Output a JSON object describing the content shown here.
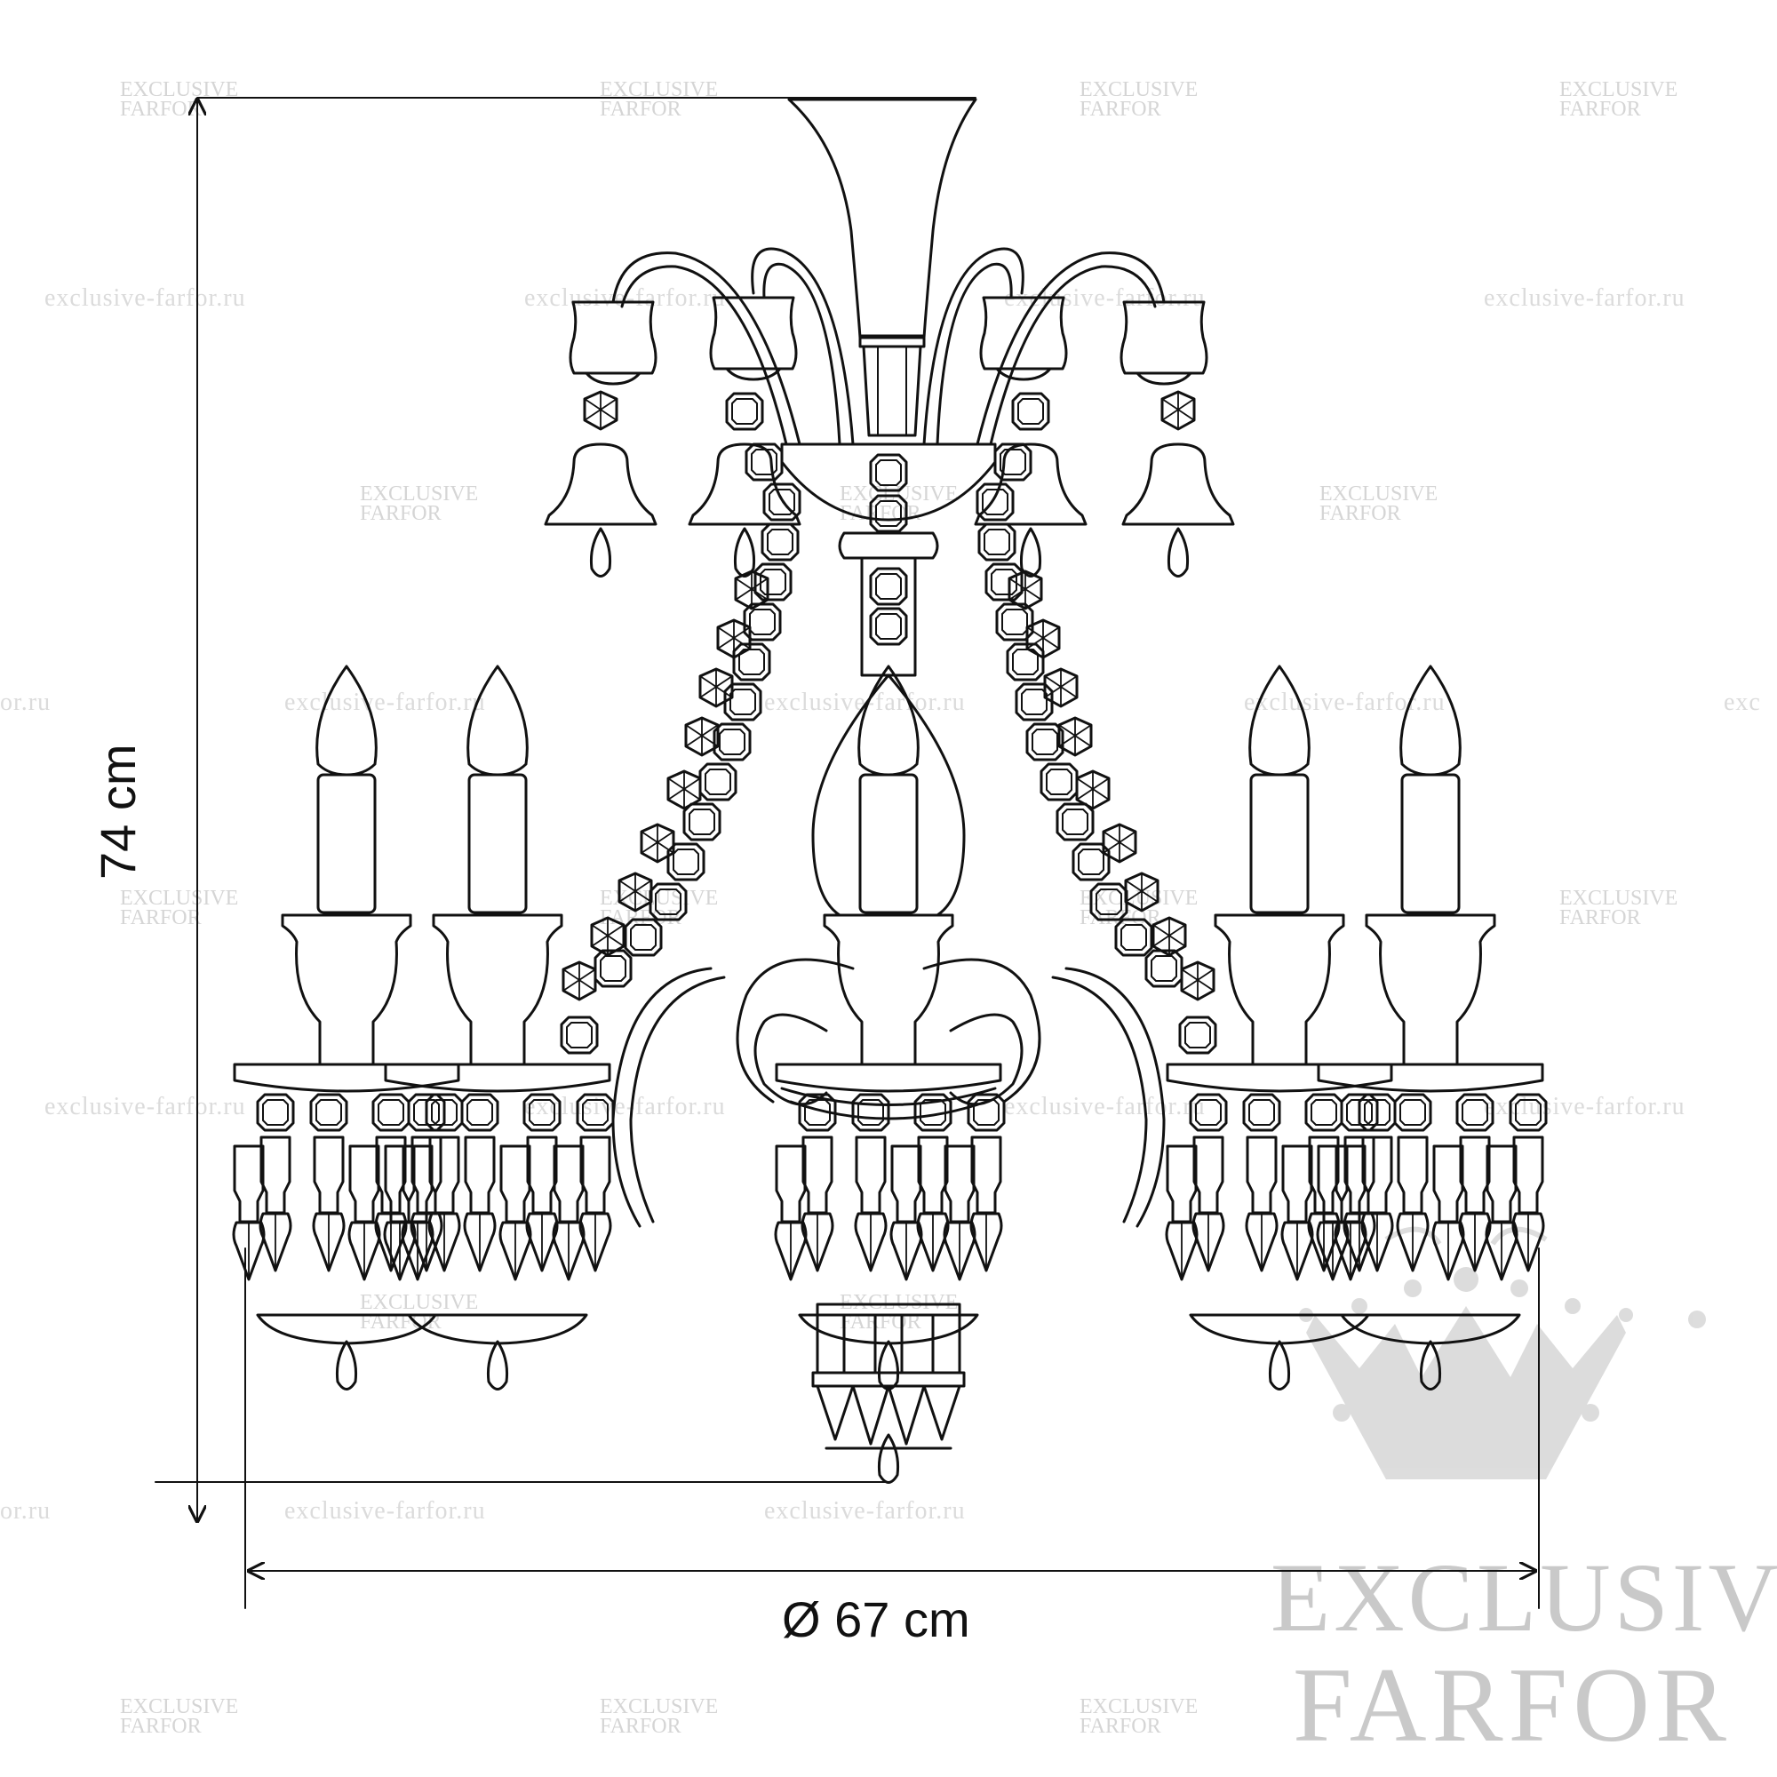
{
  "dimensions": {
    "height": "74 cm",
    "diameter": "Ø 67 cm"
  },
  "watermark": {
    "small_line1": "EXCLUSIVE",
    "small_line2": "FARFOR",
    "url": "exclusive-farfor.ru",
    "url_cut_left": "or.ru",
    "url_cut_right": "exc",
    "brand_line1": "EXCLUSIVE",
    "brand_line2": "FARFOR",
    "logo": "crown-icon"
  },
  "colors": {
    "line": "#111111",
    "watermark": "#c8c8c8"
  }
}
